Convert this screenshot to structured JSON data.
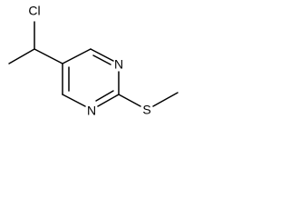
{
  "molecule": {
    "atoms": {
      "cl": "Cl",
      "n_top": "N",
      "n_bottom": "N",
      "s": "S"
    }
  }
}
